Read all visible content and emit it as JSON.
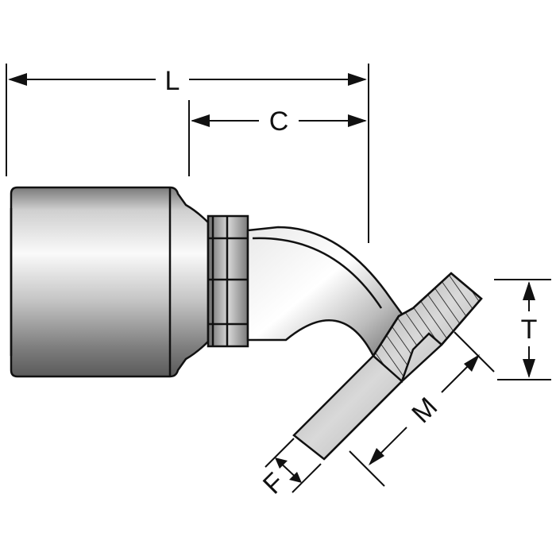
{
  "diagram": {
    "dimensions": {
      "L": "L",
      "C": "C",
      "T": "T",
      "M": "M",
      "F": "F"
    },
    "colors": {
      "line": "#111111",
      "metal_light": "#f4f4f4",
      "metal_mid": "#bdbdbd",
      "metal_dark": "#6e6e6e",
      "background": "#ffffff"
    }
  }
}
